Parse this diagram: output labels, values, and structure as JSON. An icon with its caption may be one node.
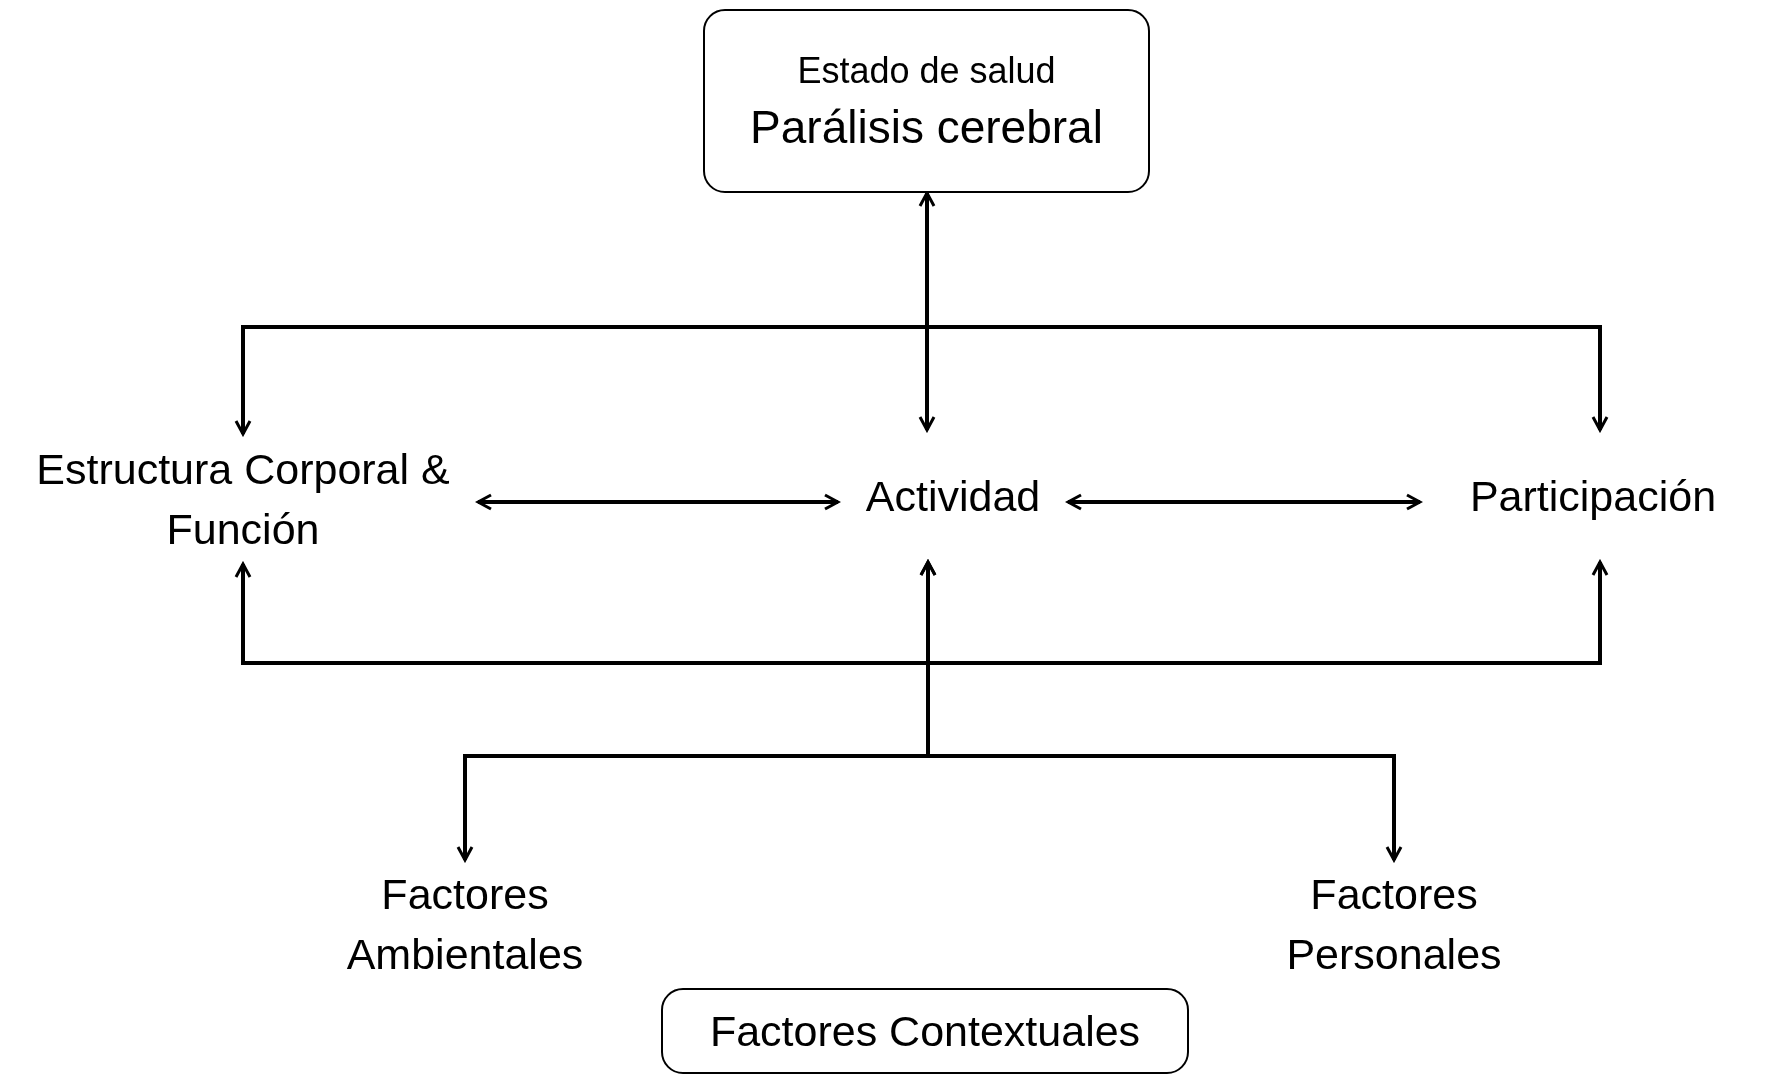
{
  "diagram": {
    "nodes": [
      {
        "text": [
          "Estado de salud",
          "Parálisis cerebral"
        ]
      },
      {
        "text": [
          "Estructura Corporal & Función"
        ]
      },
      {
        "text": [
          "Actividad"
        ]
      },
      {
        "text": [
          "Participación"
        ]
      },
      {
        "text": [
          "Factores Ambientales"
        ]
      },
      {
        "text": [
          "Factores Personales"
        ]
      },
      {
        "text": [
          "Factores Contextuales"
        ]
      }
    ],
    "edges": [
      {
        "from": 0,
        "to": 2,
        "arrow": "both"
      },
      {
        "from": 0,
        "to": 1,
        "arrow": "to"
      },
      {
        "from": 0,
        "to": 3,
        "arrow": "to"
      },
      {
        "from": 1,
        "to": 2,
        "arrow": "both"
      },
      {
        "from": 2,
        "to": 3,
        "arrow": "both"
      },
      {
        "from": 1,
        "to": 3,
        "arrow": "both"
      },
      {
        "from": 2,
        "to": 4,
        "arrow": "both"
      },
      {
        "from": 2,
        "to": 5,
        "arrow": "both"
      }
    ]
  }
}
